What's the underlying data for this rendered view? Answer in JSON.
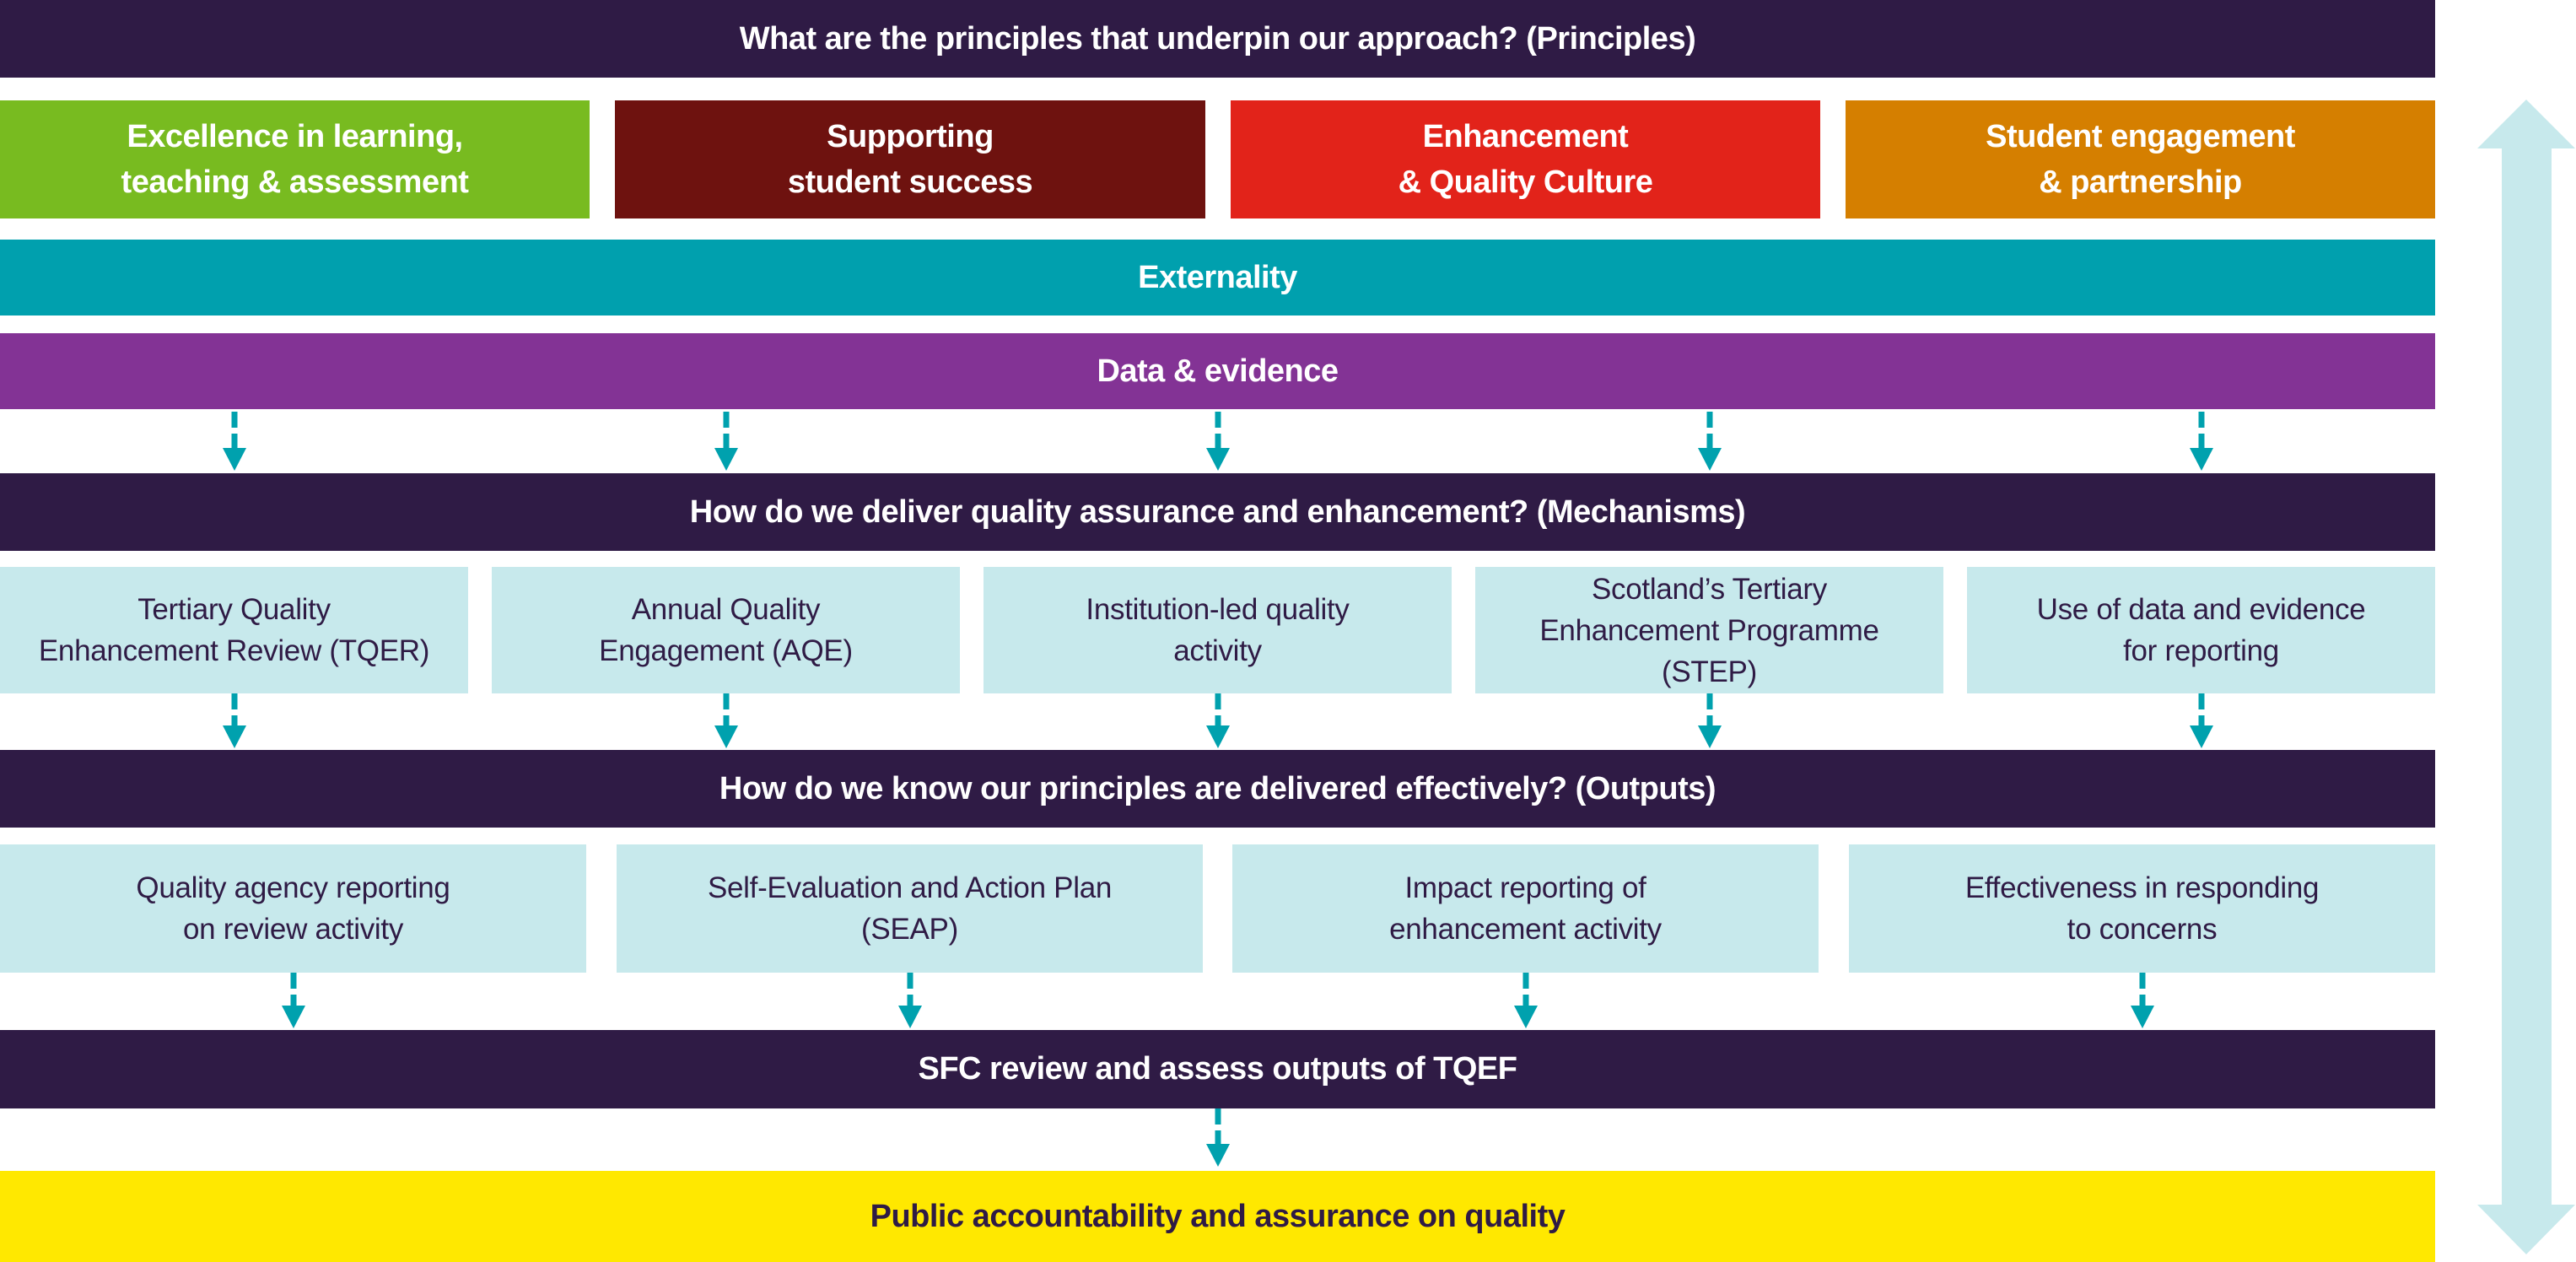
{
  "colors": {
    "dark_purple": "#2f1b45",
    "green": "#78bb20",
    "maroon": "#6e120f",
    "red": "#e2231a",
    "orange": "#d57f00",
    "teal": "#00a0ae",
    "purple": "#833395",
    "light_blue": "#c7e9ec",
    "yellow": "#ffe800",
    "arrow_teal": "#00a1ae"
  },
  "principles_header": "What are the principles that underpin our approach? (Principles)",
  "principles": [
    {
      "label": "Excellence in learning,\nteaching & assessment",
      "color": "#78bb20"
    },
    {
      "label": "Supporting\nstudent success",
      "color": "#6e120f"
    },
    {
      "label": "Enhancement\n& Quality Culture",
      "color": "#e2231a"
    },
    {
      "label": "Student engagement\n& partnership",
      "color": "#d57f00"
    }
  ],
  "externality": "Externality",
  "data_evidence": "Data & evidence",
  "mechanisms_header": "How do we deliver quality assurance and enhancement? (Mechanisms)",
  "mechanisms": [
    {
      "label": "Tertiary Quality\nEnhancement Review (TQER)"
    },
    {
      "label": "Annual Quality\nEngagement (AQE)"
    },
    {
      "label": "Institution-led quality\nactivity"
    },
    {
      "label": "Scotland’s Tertiary\nEnhancement Programme\n(STEP)"
    },
    {
      "label": "Use of data and evidence\nfor reporting"
    }
  ],
  "outputs_header": "How do we know our principles are delivered effectively? (Outputs)",
  "outputs": [
    {
      "label": "Quality agency reporting\non review activity"
    },
    {
      "label": "Self-Evaluation and Action Plan\n(SEAP)"
    },
    {
      "label": "Impact reporting of\nenhancement activity"
    },
    {
      "label": "Effectiveness in responding\nto concerns"
    }
  ],
  "sfc_review": "SFC review and assess outputs of TQEF",
  "public_accountability": "Public accountability and assurance on quality",
  "side_arrow": {
    "icon": "double-headed-vertical-arrow-icon"
  }
}
